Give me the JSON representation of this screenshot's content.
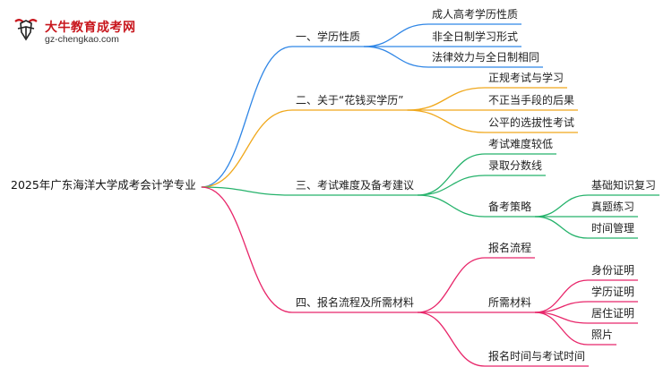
{
  "logo": {
    "name": "大牛教育成考网",
    "url": "gz-chengkao.com"
  },
  "diagram": {
    "root": "2025年广东海洋大学成考会计学专业",
    "branches": [
      {
        "label": "一、学历性质",
        "color": "#2f86e6",
        "children": [
          {
            "label": "成人高考学历性质"
          },
          {
            "label": "非全日制学习形式"
          },
          {
            "label": "法律效力与全日制相同"
          }
        ]
      },
      {
        "label": "二、关于“花钱买学历”",
        "color": "#f0a81c",
        "children": [
          {
            "label": "正规考试与学习"
          },
          {
            "label": "不正当手段的后果"
          },
          {
            "label": "公平的选拔性考试"
          }
        ]
      },
      {
        "label": "三、考试难度及备考建议",
        "color": "#25b26b",
        "children": [
          {
            "label": "考试难度较低"
          },
          {
            "label": "录取分数线"
          },
          {
            "label": "备考策略",
            "children": [
              {
                "label": "基础知识复习"
              },
              {
                "label": "真题练习"
              },
              {
                "label": "时间管理"
              }
            ]
          }
        ]
      },
      {
        "label": "四、报名流程及所需材料",
        "color": "#e8266a",
        "children": [
          {
            "label": "报名流程"
          },
          {
            "label": "所需材料",
            "children": [
              {
                "label": "身份证明"
              },
              {
                "label": "学历证明"
              },
              {
                "label": "居住证明"
              },
              {
                "label": "照片"
              }
            ]
          },
          {
            "label": "报名时间与考试时间"
          }
        ]
      }
    ]
  }
}
